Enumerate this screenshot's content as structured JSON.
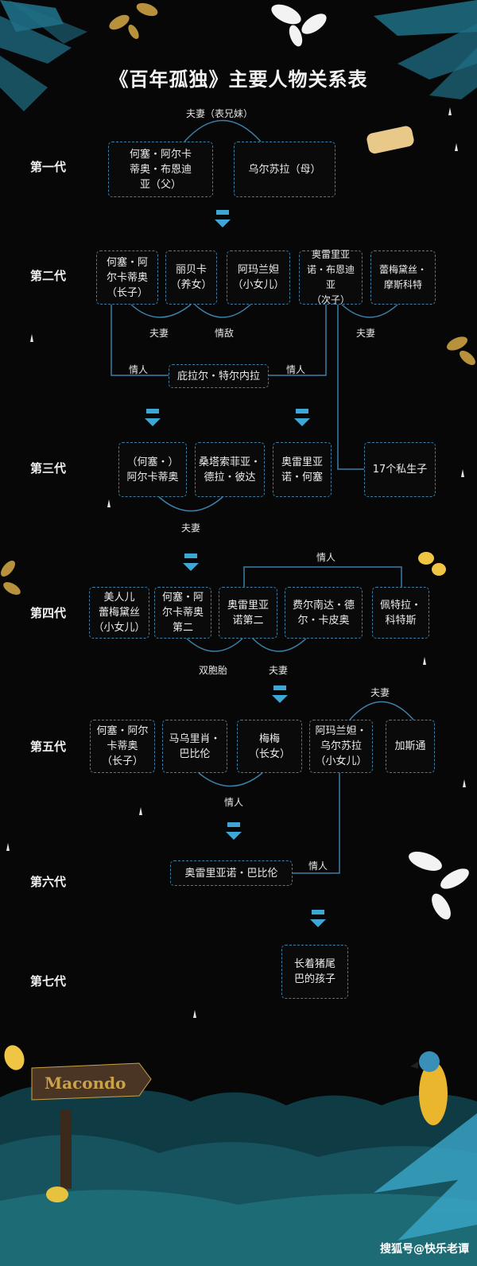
{
  "title": "《百年孤独》主要人物关系表",
  "generations": [
    "第一代",
    "第二代",
    "第三代",
    "第四代",
    "第五代",
    "第六代",
    "第七代"
  ],
  "people": {
    "g1_jose": "何塞・阿尔卡\n蒂奥・布恩迪\n亚（父）",
    "g1_ursula": "乌尔苏拉（母）",
    "g2_jose": "何塞・阿\n尔卡蒂奥\n（长子）",
    "g2_rebeca": "丽贝卡\n（养女）",
    "g2_amaranta": "阿玛兰妲\n（小女儿）",
    "g2_aureliano": "奥雷里亚\n诺・布恩迪亚\n（次子）",
    "g2_remedios": "蕾梅黛丝・\n摩斯科特",
    "g2_pilar": "庇拉尔・特尔内拉",
    "g3_arcadio": "（何塞・）\n阿尔卡蒂奥",
    "g3_santa": "桑塔索菲亚・\n德拉・彼达",
    "g3_aureliano": "奥雷里亚\n诺・何塞",
    "g3_17sons": "17个私生子",
    "g4_remedios": "美人儿\n蕾梅黛丝\n（小女儿）",
    "g4_jose": "何塞・阿\n尔卡蒂奥\n第二",
    "g4_aureliano": "奥雷里亚\n诺第二",
    "g4_fernanda": "费尔南达・德\n尔・卡皮奥",
    "g4_petra": "佩特拉・\n科特斯",
    "g5_jose": "何塞・阿尔\n卡蒂奥\n（长子）",
    "g5_mauricio": "马乌里肖・\n巴比伦",
    "g5_meme": "梅梅\n（长女）",
    "g5_amaranta": "阿玛兰妲・\n乌尔苏拉\n（小女儿）",
    "g5_gaston": "加斯通",
    "g6_aureliano": "奥雷里亚诺・巴比伦",
    "g7_child": "长着猪尾\n巴的孩子"
  },
  "relations": {
    "g1_spouse": "夫妻（表兄妹）",
    "g2_spouse1": "夫妻",
    "g2_rival": "情敌",
    "g2_spouse2": "夫妻",
    "g2_lover1": "情人",
    "g2_lover2": "情人",
    "g3_spouse": "夫妻",
    "g4_lover": "情人",
    "g4_twins": "双胞胎",
    "g4_spouse": "夫妻",
    "g5_spouse": "夫妻",
    "g5_lover": "情人",
    "g6_lover": "情人"
  },
  "watermark": "搜狐号@快乐老谭",
  "sign_text": "Macondo",
  "colors": {
    "background": "#070707",
    "line": "#3d7fa6",
    "arrow": "#3fa7d6",
    "text": "#ececec",
    "gold": "#c9a24a",
    "jungle": "#0f3b44"
  }
}
